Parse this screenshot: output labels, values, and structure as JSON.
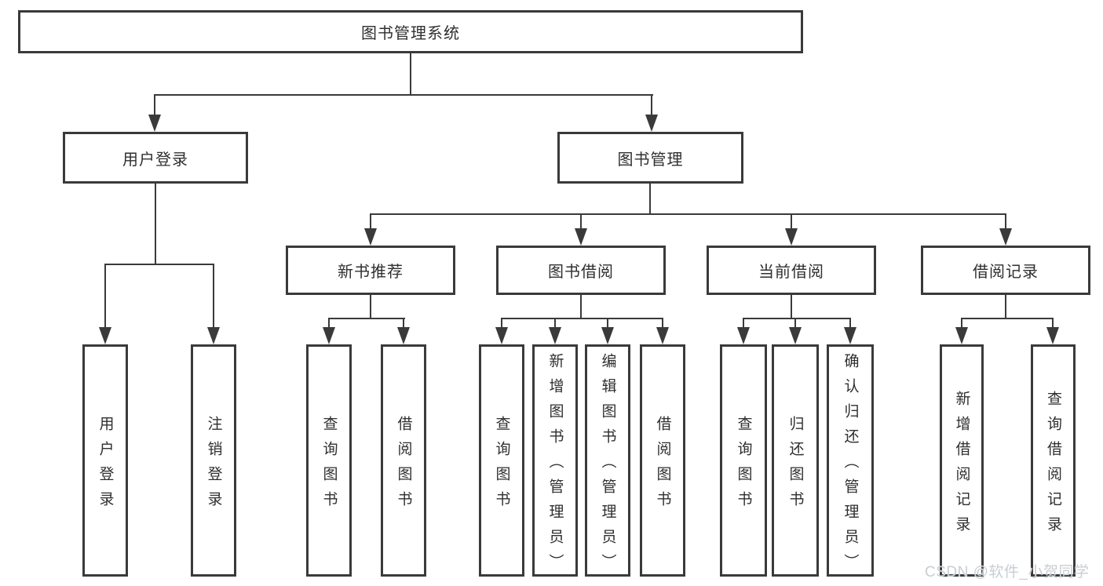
{
  "diagram": {
    "root": {
      "label": "图书管理系统"
    },
    "level2": [
      {
        "label": "用户登录"
      },
      {
        "label": "图书管理"
      }
    ],
    "level3": [
      {
        "label": "新书推荐"
      },
      {
        "label": "图书借阅"
      },
      {
        "label": "当前借阅"
      },
      {
        "label": "借阅记录"
      }
    ],
    "leaves": {
      "user_login": [
        "用户登录",
        "注销登录"
      ],
      "new_books": [
        "查询图书",
        "借阅图书"
      ],
      "book_borrow": [
        "查询图书",
        "新增图书（管理员）",
        "编辑图书（管理员）",
        "借阅图书"
      ],
      "current_borrow": [
        "查询图书",
        "归还图书",
        "确认归还（管理员）"
      ],
      "borrow_records": [
        "新增借阅记录",
        "查询借阅记录"
      ]
    }
  },
  "watermark": "CSDN @软件_小贺同学",
  "colors": {
    "line": "#3a3a3a",
    "text": "#2f2f2f",
    "background": "#ffffff",
    "watermark": "#c9ced3"
  }
}
